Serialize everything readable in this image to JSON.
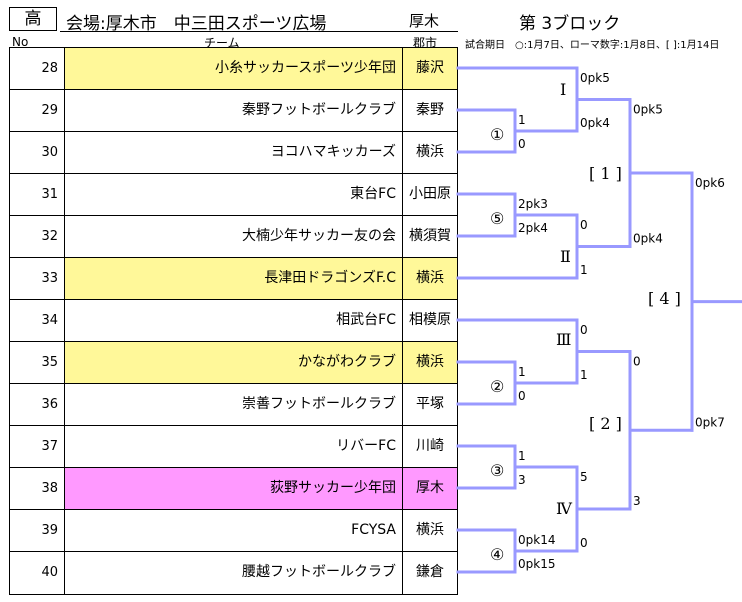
{
  "header": {
    "category": "高",
    "venue": "会場:厚木市　中三田スポーツ広場",
    "venue_pref": "厚木",
    "block_title": "第 3ブロック",
    "col_no": "No",
    "col_team": "チーム",
    "col_area": "郡市",
    "note": "試合期日　○:1月7日、ローマ数字:1月8日、[ ]:1月14日"
  },
  "teams": [
    {
      "no": "28",
      "name": "小糸サッカースポーツ少年団",
      "area": "藤沢",
      "color": "#fff899"
    },
    {
      "no": "29",
      "name": "秦野フットボールクラブ",
      "area": "秦野",
      "color": ""
    },
    {
      "no": "30",
      "name": "ヨコハマキッカーズ",
      "area": "横浜",
      "color": ""
    },
    {
      "no": "31",
      "name": "東台FC",
      "area": "小田原",
      "color": ""
    },
    {
      "no": "32",
      "name": "大楠少年サッカー友の会",
      "area": "横須賀",
      "color": ""
    },
    {
      "no": "33",
      "name": "長津田ドラゴンズF.C",
      "area": "横浜",
      "color": "#fff899"
    },
    {
      "no": "34",
      "name": "相武台FC",
      "area": "相模原",
      "color": ""
    },
    {
      "no": "35",
      "name": "かながわクラブ",
      "area": "横浜",
      "color": "#fff899"
    },
    {
      "no": "36",
      "name": "崇善フットボールクラブ",
      "area": "平塚",
      "color": ""
    },
    {
      "no": "37",
      "name": "リバーFC",
      "area": "川崎",
      "color": ""
    },
    {
      "no": "38",
      "name": "荻野サッカー少年団",
      "area": "厚木",
      "color": "#ff99ff"
    },
    {
      "no": "39",
      "name": "FCYSA",
      "area": "横浜",
      "color": ""
    },
    {
      "no": "40",
      "name": "腰越フットボールクラブ",
      "area": "鎌倉",
      "color": ""
    }
  ],
  "bracket": {
    "matches": [
      {
        "id": "m1",
        "label": "①",
        "top_score": "1",
        "bottom_score": "0"
      },
      {
        "id": "m5",
        "label": "⑤",
        "top_score": "2pk3",
        "bottom_score": "2pk4"
      },
      {
        "id": "m2",
        "label": "②",
        "top_score": "1",
        "bottom_score": "0"
      },
      {
        "id": "m3",
        "label": "③",
        "top_score": "1",
        "bottom_score": "3"
      },
      {
        "id": "m4",
        "label": "④",
        "top_score": "0pk14",
        "bottom_score": "0pk15"
      },
      {
        "id": "r1",
        "label": "Ⅰ",
        "top_score": "0pk5",
        "bottom_score": "0pk4"
      },
      {
        "id": "r2",
        "label": "Ⅱ",
        "top_score": "0",
        "bottom_score": "1"
      },
      {
        "id": "r3",
        "label": "Ⅲ",
        "top_score": "0",
        "bottom_score": "1"
      },
      {
        "id": "r4",
        "label": "Ⅳ",
        "top_score": "5",
        "bottom_score": "0"
      },
      {
        "id": "b1",
        "label": "[ 1 ]",
        "top_score": "0pk5",
        "bottom_score": "0pk4"
      },
      {
        "id": "b2",
        "label": "[ 2 ]",
        "top_score": "0",
        "bottom_score": "3"
      },
      {
        "id": "b4",
        "label": "[ 4 ]",
        "top_score": "0pk6",
        "bottom_score": "0pk7"
      }
    ],
    "line_color": "#9999ff"
  }
}
